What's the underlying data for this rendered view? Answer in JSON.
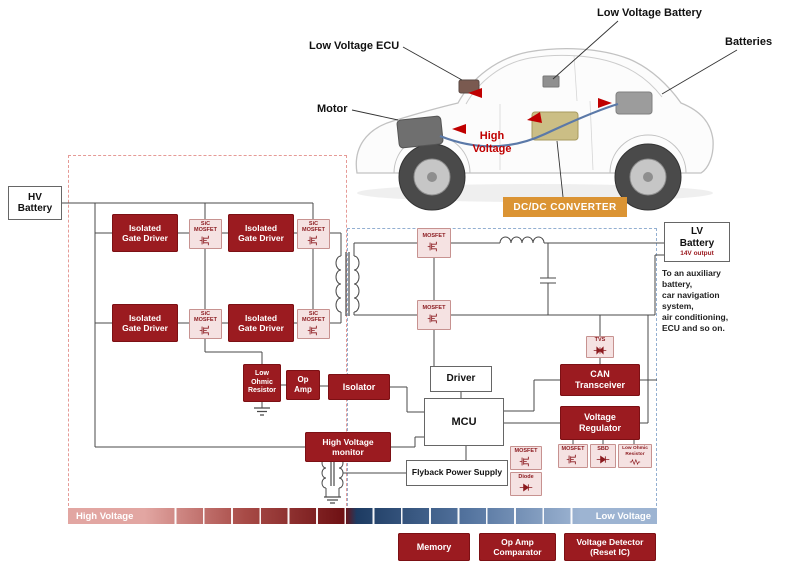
{
  "car": {
    "label_low_voltage_battery": "Low Voltage Battery",
    "label_batteries": "Batteries",
    "label_low_voltage_ecu": "Low Voltage ECU",
    "label_motor": "Motor",
    "label_high_voltage": "High\nVoltage",
    "dcdc_converter": "DC/DC CONVERTER"
  },
  "blocks": {
    "hv_battery": "HV\nBattery",
    "lv_battery_title": "LV\nBattery",
    "lv_battery_sub": "14V output",
    "lv_note": "To an auxiliary\nbattery,\ncar navigation\nsystem,\nair conditioning,\nECU and so on.",
    "isolated_gate_driver": "Isolated\nGate Driver",
    "low_ohmic_resistor": "Low\nOhmic\nResistor",
    "op_amp": "Op\nAmp",
    "isolator": "Isolator",
    "driver": "Driver",
    "mcu": "MCU",
    "high_voltage_monitor": "High Voltage\nmonitor",
    "flyback_power_supply": "Flyback Power Supply",
    "can_transceiver": "CAN\nTransceiver",
    "voltage_regulator": "Voltage\nRegulator",
    "memory": "Memory",
    "op_amp_comparator": "Op Amp\nComparator",
    "voltage_detector": "Voltage Detector\n(Reset IC)"
  },
  "components": {
    "sic_mosfet": "SiC MOSFET",
    "mosfet": "MOSFET",
    "tvs": "TVS",
    "diode": "Diode",
    "sbd": "SBD",
    "low_ohmic_resistor": "Low Ohmic\nResistor"
  },
  "legend": {
    "high_voltage": "High Voltage",
    "low_voltage": "Low Voltage"
  },
  "colors": {
    "maroon": "#9B1B20",
    "pink_component_bg": "#F5E2E2",
    "orange_banner": "#DB9434",
    "hv_dashed": "#E59A96",
    "lv_dashed": "#93AFD1",
    "accent_red": "#C00000"
  }
}
